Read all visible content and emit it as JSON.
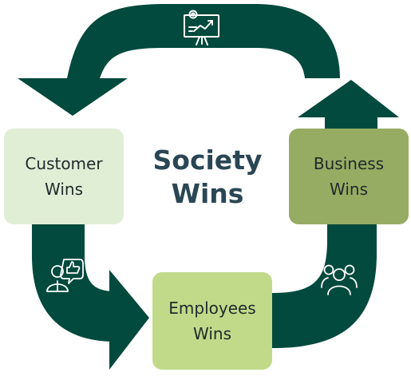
{
  "center": {
    "line1": "Society",
    "line2": "Wins"
  },
  "boxes": {
    "customer": {
      "line1": "Customer",
      "line2": "Wins",
      "color": "#e1eed6"
    },
    "business": {
      "line1": "Business",
      "line2": "Wins",
      "color": "#97ac63"
    },
    "employees": {
      "line1": "Employees",
      "line2": "Wins",
      "color": "#c0da8a"
    }
  },
  "colors": {
    "arrow": "#024a3d",
    "icon": "#ffffff",
    "title": "#2a4654"
  },
  "icons": [
    "presentation-chart-icon",
    "customer-feedback-icon",
    "employees-group-icon"
  ]
}
